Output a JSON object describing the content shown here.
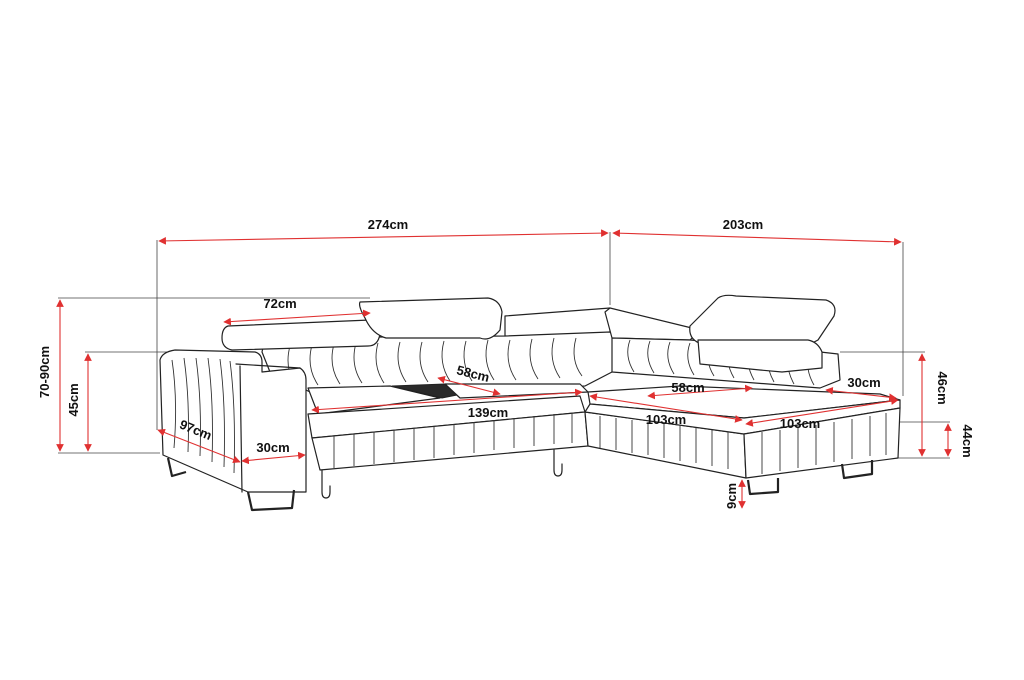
{
  "diagram": {
    "colors": {
      "dimension_line": "#e03131",
      "outline": "#222222",
      "background": "#ffffff"
    },
    "dimensions": {
      "total_width": "274cm",
      "side_width": "203cm",
      "headrest_width": "72cm",
      "total_height": "70-90cm",
      "armrest_height": "45cm",
      "depth": "97cm",
      "armrest_width": "30cm",
      "seat_depth_main": "58cm",
      "seat_width_main": "139cm",
      "seat_depth_chaise": "58cm",
      "chaise_width_inner": "103cm",
      "chaise_width_outer": "103cm",
      "chaise_back_width": "30cm",
      "back_height": "46cm",
      "seat_height": "44cm",
      "leg_height": "9cm"
    }
  }
}
